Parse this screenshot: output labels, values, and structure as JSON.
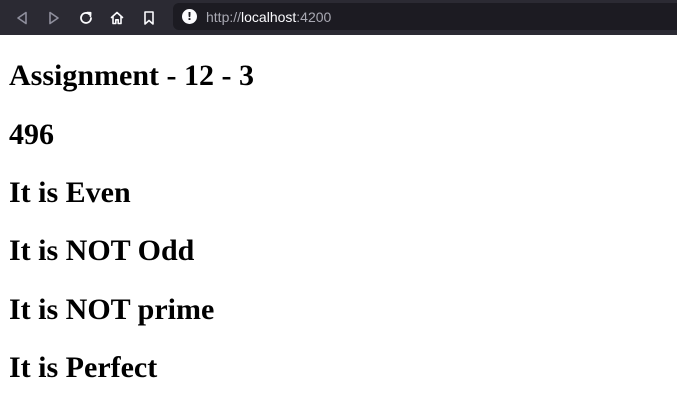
{
  "browser": {
    "url_protocol": "http://",
    "url_host": "localhost",
    "url_port": ":4200",
    "icons": {
      "back": "back-arrow-icon",
      "forward": "forward-arrow-icon",
      "reload": "reload-icon",
      "home": "home-icon",
      "bookmark": "bookmark-icon",
      "security": "warning-icon"
    },
    "colors": {
      "toolbar_bg": "#2b2a33",
      "urlbar_bg": "#1c1b22",
      "icon_disabled": "#8f8f9d",
      "icon_enabled": "#fbfbfe"
    }
  },
  "page": {
    "title": "Assignment - 12 - 3",
    "number": "496",
    "results": [
      "It is Even",
      "It is NOT Odd",
      "It is NOT prime",
      "It is Perfect"
    ]
  }
}
